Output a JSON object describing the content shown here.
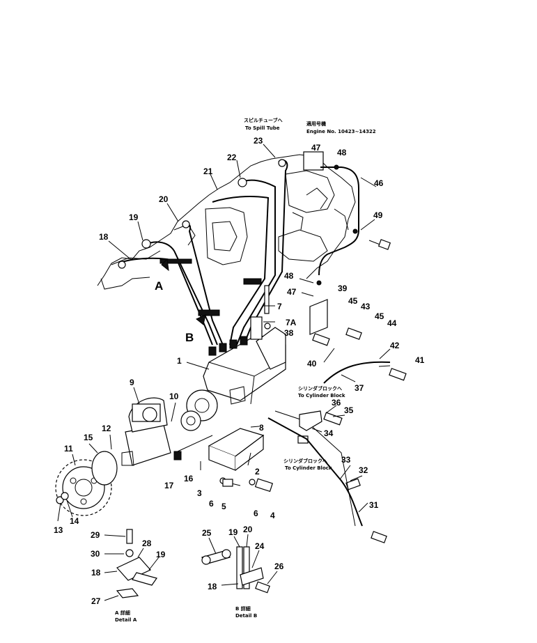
{
  "notes": {
    "spill_jp": "スピルチューブへ",
    "spill_en": "To Spill Tube",
    "engine_jp": "適用号機",
    "engine_en": "Engine No. 10423~14322",
    "cyl1_jp": "シリンダブロックへ",
    "cyl1_en": "To Cylinder Block",
    "cyl2_jp": "シリンダブロックへ",
    "cyl2_en": "To Cylinder Block",
    "detailA_jp": "A 詳細",
    "detailA_en": "Detail A",
    "detailB_jp": "B 詳細",
    "detailB_en": "Detail B"
  },
  "view_markers": {
    "a": "A",
    "b": "B"
  },
  "callouts": [
    {
      "id": "c23",
      "text": "23"
    },
    {
      "id": "c22",
      "text": "22"
    },
    {
      "id": "c21",
      "text": "21"
    },
    {
      "id": "c20",
      "text": "20"
    },
    {
      "id": "c19",
      "text": "19"
    },
    {
      "id": "c18",
      "text": "18"
    },
    {
      "id": "c47a",
      "text": "47"
    },
    {
      "id": "c48a",
      "text": "48"
    },
    {
      "id": "c46",
      "text": "46"
    },
    {
      "id": "c49",
      "text": "49"
    },
    {
      "id": "c48b",
      "text": "48"
    },
    {
      "id": "c47b",
      "text": "47"
    },
    {
      "id": "c7",
      "text": "7"
    },
    {
      "id": "c7A",
      "text": "7A"
    },
    {
      "id": "c39",
      "text": "39"
    },
    {
      "id": "c45a",
      "text": "45"
    },
    {
      "id": "c43",
      "text": "43"
    },
    {
      "id": "c45b",
      "text": "45"
    },
    {
      "id": "c44",
      "text": "44"
    },
    {
      "id": "c38",
      "text": "38"
    },
    {
      "id": "c40",
      "text": "40"
    },
    {
      "id": "c42",
      "text": "42"
    },
    {
      "id": "c41",
      "text": "41"
    },
    {
      "id": "c37",
      "text": "37"
    },
    {
      "id": "c1",
      "text": "1"
    },
    {
      "id": "c9",
      "text": "9"
    },
    {
      "id": "c10",
      "text": "10"
    },
    {
      "id": "c36",
      "text": "36"
    },
    {
      "id": "c35",
      "text": "35"
    },
    {
      "id": "c34",
      "text": "34"
    },
    {
      "id": "c12",
      "text": "12"
    },
    {
      "id": "c15",
      "text": "15"
    },
    {
      "id": "c11",
      "text": "11"
    },
    {
      "id": "c8",
      "text": "8"
    },
    {
      "id": "c33",
      "text": "33"
    },
    {
      "id": "c32",
      "text": "32"
    },
    {
      "id": "c2",
      "text": "2"
    },
    {
      "id": "c17",
      "text": "17"
    },
    {
      "id": "c16",
      "text": "16"
    },
    {
      "id": "c3",
      "text": "3"
    },
    {
      "id": "c6a",
      "text": "6"
    },
    {
      "id": "c5",
      "text": "5"
    },
    {
      "id": "c6b",
      "text": "6"
    },
    {
      "id": "c4",
      "text": "4"
    },
    {
      "id": "c31",
      "text": "31"
    },
    {
      "id": "c13",
      "text": "13"
    },
    {
      "id": "c14",
      "text": "14"
    },
    {
      "id": "c29",
      "text": "29"
    },
    {
      "id": "c28",
      "text": "28"
    },
    {
      "id": "c30",
      "text": "30"
    },
    {
      "id": "c19d",
      "text": "19"
    },
    {
      "id": "c18d",
      "text": "18"
    },
    {
      "id": "c27",
      "text": "27"
    },
    {
      "id": "c25",
      "text": "25"
    },
    {
      "id": "c19b",
      "text": "19"
    },
    {
      "id": "c20b",
      "text": "20"
    },
    {
      "id": "c24",
      "text": "24"
    },
    {
      "id": "c26",
      "text": "26"
    },
    {
      "id": "c18b",
      "text": "18"
    }
  ]
}
